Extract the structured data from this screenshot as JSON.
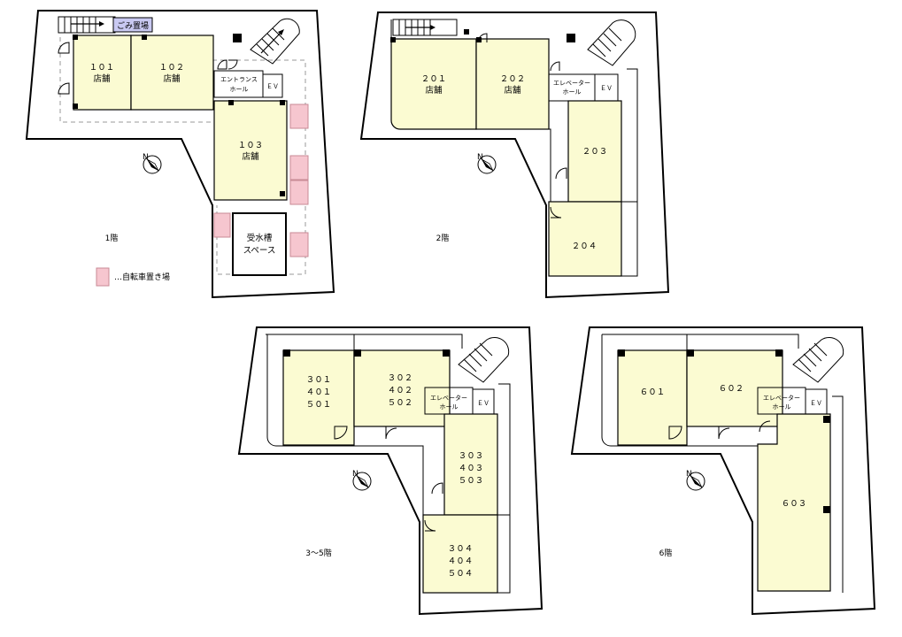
{
  "floors": {
    "f1": {
      "label": "1階",
      "garbage": "ごみ置場",
      "units": {
        "u101": {
          "no": "１０１",
          "use": "店舗"
        },
        "u102": {
          "no": "１０２",
          "use": "店舗"
        },
        "u103": {
          "no": "１０３",
          "use": "店舗"
        }
      },
      "entrance_line1": "エントランス",
      "entrance_line2": "ホール",
      "ev": "ＥＶ",
      "tank_line1": "受水槽",
      "tank_line2": "スペース"
    },
    "f2": {
      "label": "2階",
      "units": {
        "u201": {
          "no": "２０１",
          "use": "店舗"
        },
        "u202": {
          "no": "２０２",
          "use": "店舗"
        },
        "u203": {
          "no": "２０３"
        },
        "u204": {
          "no": "２０４"
        }
      },
      "hall_line1": "エレベーター",
      "hall_line2": "ホール",
      "ev": "ＥＶ"
    },
    "f3": {
      "label": "3～5階",
      "units": {
        "u1": {
          "l1": "３０１",
          "l2": "４０１",
          "l3": "５０１"
        },
        "u2": {
          "l1": "３０２",
          "l2": "４０２",
          "l3": "５０２"
        },
        "u3": {
          "l1": "３０３",
          "l2": "４０３",
          "l3": "５０３"
        },
        "u4": {
          "l1": "３０４",
          "l2": "４０４",
          "l3": "５０４"
        }
      },
      "hall_line1": "エレベーター",
      "hall_line2": "ホール",
      "ev": "ＥＶ"
    },
    "f6": {
      "label": "6階",
      "units": {
        "u601": {
          "no": "６０１"
        },
        "u602": {
          "no": "６０２"
        },
        "u603": {
          "no": "６０３"
        }
      },
      "hall_line1": "エレベーター",
      "hall_line2": "ホール",
      "ev": "ＥＶ"
    }
  },
  "compass": "N",
  "legend": {
    "text": "…自転車置き場",
    "color": "#f6c6cf"
  },
  "colors": {
    "unit_fill": "#fbfbd2",
    "bike": "#f6c6cf",
    "garbage": "#c9c9f2"
  }
}
